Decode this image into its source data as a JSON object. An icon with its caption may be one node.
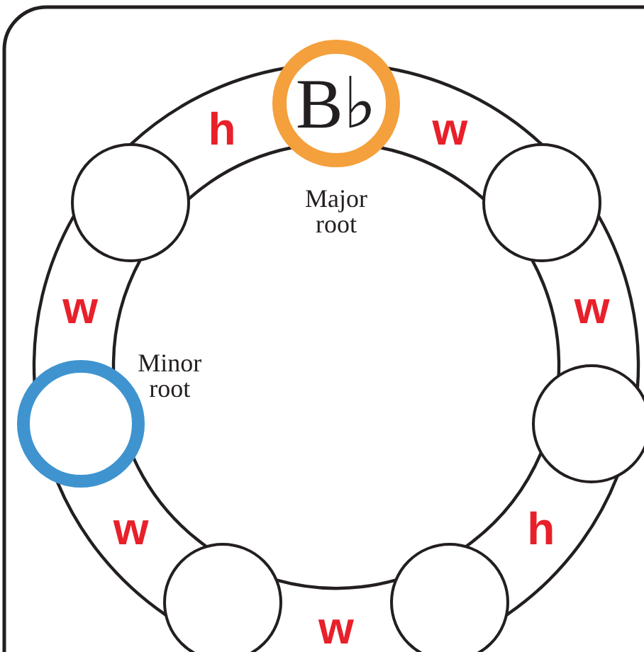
{
  "diagram": {
    "nodes": [
      {
        "text": [
          "B♭"
        ],
        "beside": [
          "Major root"
        ]
      },
      {
        "text": [],
        "shape": "circle"
      },
      {
        "text": [],
        "shape": "circle"
      },
      {
        "text": [],
        "shape": "circle"
      },
      {
        "text": [],
        "shape": "circle"
      },
      {
        "text": [],
        "shape": "circle",
        "beside": [
          "Minor root"
        ]
      },
      {
        "text": [],
        "shape": "circle"
      }
    ],
    "edges": [
      {
        "from": 0,
        "to": 1,
        "arrow": "none",
        "label": "w"
      },
      {
        "from": 1,
        "to": 2,
        "arrow": "none",
        "label": "w"
      },
      {
        "from": 2,
        "to": 3,
        "arrow": "none",
        "label": "h"
      },
      {
        "from": 3,
        "to": 4,
        "arrow": "none",
        "label": "w"
      },
      {
        "from": 4,
        "to": 5,
        "arrow": "none",
        "label": "w"
      },
      {
        "from": 5,
        "to": 6,
        "arrow": "none",
        "label": "w"
      },
      {
        "from": 6,
        "to": 0,
        "arrow": "none",
        "label": "h"
      }
    ]
  }
}
